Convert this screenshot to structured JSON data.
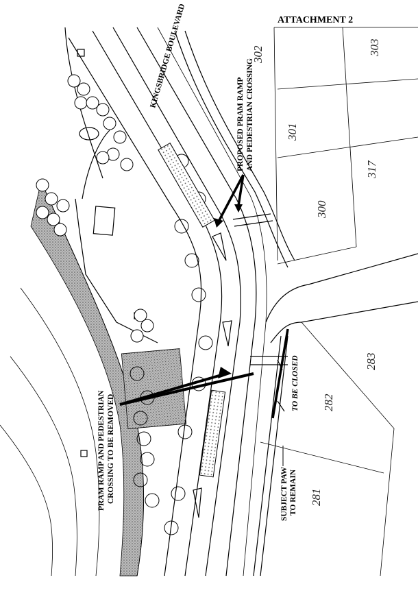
{
  "header": {
    "title": "ATTACHMENT 2"
  },
  "street": {
    "name": "KINGSBRIDGE BOULEVARD"
  },
  "annotations": {
    "proposed_line1": "PROPOSED PRAM RAMP",
    "proposed_line2": "AND PEDESTRIAN CROSSING",
    "removed_line1": "PRAM RAMP AND PEDESTRIAN",
    "removed_line2": "CROSSING TO BE REMOVED",
    "to_be_closed": "TO BE CLOSED",
    "paw_line1": "SUBJECT PAW",
    "paw_line2": "TO REMAIN"
  },
  "lots": [
    "302",
    "303",
    "301",
    "317",
    "300",
    "283",
    "282",
    "281"
  ],
  "colors": {
    "ink": "#000000",
    "hatch": "#9a9a9a",
    "paper": "#ffffff"
  }
}
